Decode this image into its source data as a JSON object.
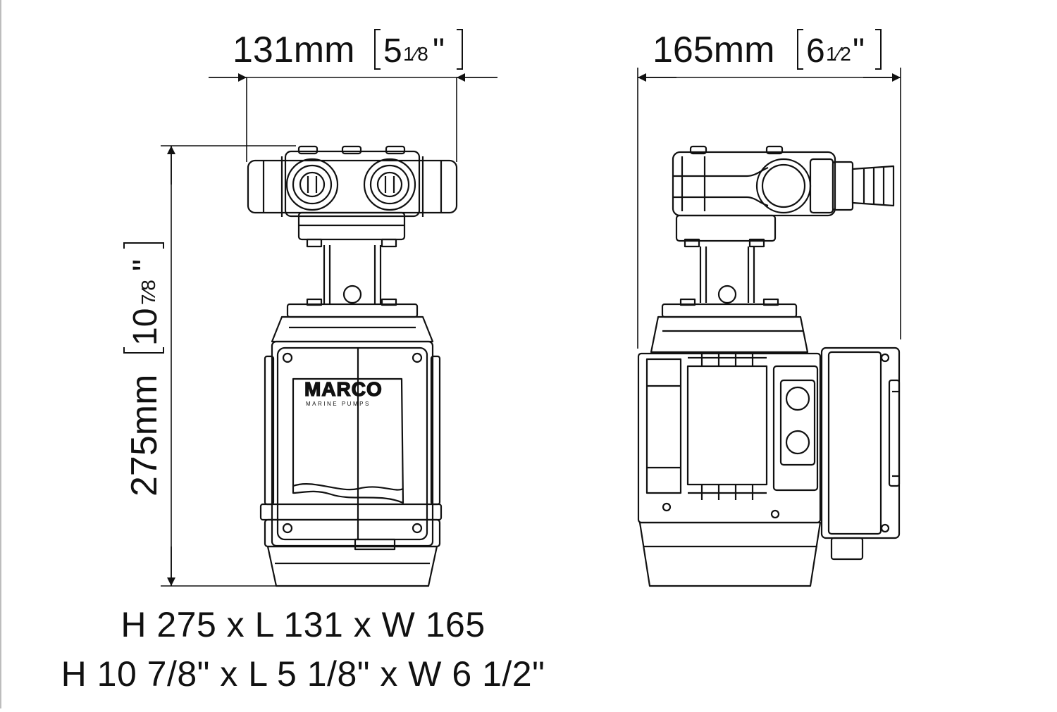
{
  "dimensions": {
    "length": {
      "mm": "131mm",
      "in_whole": "5",
      "in_frac": "1⁄8",
      "in_mark": "\""
    },
    "width": {
      "mm": "165mm",
      "in_whole": "6",
      "in_frac": "1⁄2",
      "in_mark": "\""
    },
    "height": {
      "mm": "275mm",
      "in_whole": "10",
      "in_frac": "7⁄8",
      "in_mark": "\""
    }
  },
  "brand": {
    "logo_text": "MARCO",
    "logo_subtext": "MARINE PUMPS"
  },
  "caption": {
    "metric": "H 275 x L 131 x W 165",
    "imperial": "H 10 7/8\" x L 5 1/8\" x W 6 1/2\""
  },
  "colors": {
    "line": "#111111",
    "background": "#ffffff",
    "frame": "#bdbdbd"
  }
}
